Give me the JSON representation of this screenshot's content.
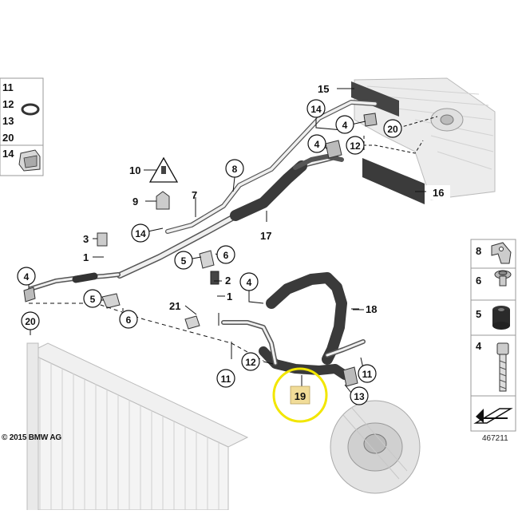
{
  "copyright": "© 2015 BMW AG",
  "diagram_number": "467211",
  "left_legend": {
    "group1": [
      "11",
      "12",
      "13",
      "20"
    ],
    "group2": [
      "14"
    ]
  },
  "right_legend": [
    "8",
    "6",
    "5",
    "4"
  ],
  "callouts": {
    "c1": "1",
    "c1b": "1",
    "c2": "2",
    "c3": "3",
    "c4a": "4",
    "c4b": "4",
    "c4c": "4",
    "c4d": "4",
    "c5a": "5",
    "c5b": "5",
    "c6a": "6",
    "c6b": "6",
    "c7": "7",
    "c8": "8",
    "c9": "9",
    "c10": "10",
    "c11a": "11",
    "c11b": "11",
    "c12a": "12",
    "c12b": "12",
    "c13": "13",
    "c14a": "14",
    "c14b": "14",
    "c15": "15",
    "c16": "16",
    "c17": "17",
    "c18": "18",
    "c20a": "20",
    "c20b": "20",
    "c21": "21"
  },
  "highlighted_part": "19",
  "colors": {
    "highlight_ring": "#f2e600",
    "highlight_box": "#f1dc98",
    "line": "#111111",
    "hose_dark": "#3a3a3a",
    "pipe_light": "#e8e8e8"
  }
}
